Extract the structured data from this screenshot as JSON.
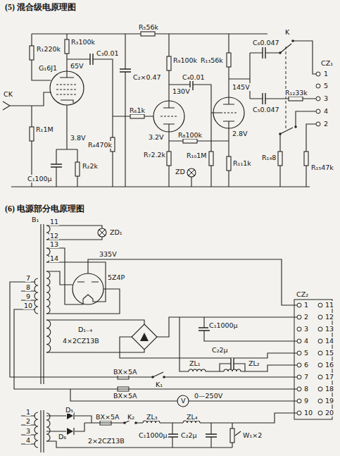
{
  "diagram": {
    "labels": [
      "(5) 混合级电原理图",
      "R₁220k",
      "R₃100k",
      "C₃0.01",
      "C₂×0.47",
      "R₅56k",
      "R₉100k",
      "R₁₃56k",
      "C₆0.047",
      "K",
      "CZ₁",
      "1",
      "5",
      "3",
      "4",
      "2",
      "CK",
      "G₁6J1",
      "65V",
      "R₄470k",
      "R₆1k",
      "130V",
      "C₄0.01",
      "145V",
      "C₅0.047",
      "R₁₂33k",
      "3.2V",
      "R₈100k",
      "R₁1M",
      "C₁100μ",
      "3.8V",
      "R₂2k",
      "R₇2.2k",
      "ZD",
      "R₁₀1M",
      "R₁₁1k",
      "2.8V",
      "R₁₄8",
      "R₁₅47k",
      "(6) 电源部分电原理图",
      "B₁",
      "ZD₁",
      "11",
      "12",
      "13",
      "14",
      "335V",
      "5Z4P",
      "7",
      "8",
      "9",
      "10",
      "D₁₋₄",
      "4×2CZ13B",
      "C₁1000μ",
      "ZL₁",
      "C₂2μ",
      "ZL₂",
      "BX×5A",
      "K₁",
      "BX×5A",
      "V",
      "0—250V",
      "1",
      "2",
      "3",
      "4",
      "D₅",
      "D₆",
      "2×2CZ13B",
      "BX×5A",
      "K₂",
      "ZL₃",
      "C₁1000μ",
      "ZL₄",
      "C₂2μ",
      "W₁×2",
      "CZ₂",
      "1",
      "2",
      "3",
      "4",
      "5",
      "6",
      "7",
      "8",
      "9",
      "10",
      "11",
      "12",
      "13",
      "14",
      "15",
      "16",
      "17",
      "18",
      "19",
      "20"
    ]
  }
}
